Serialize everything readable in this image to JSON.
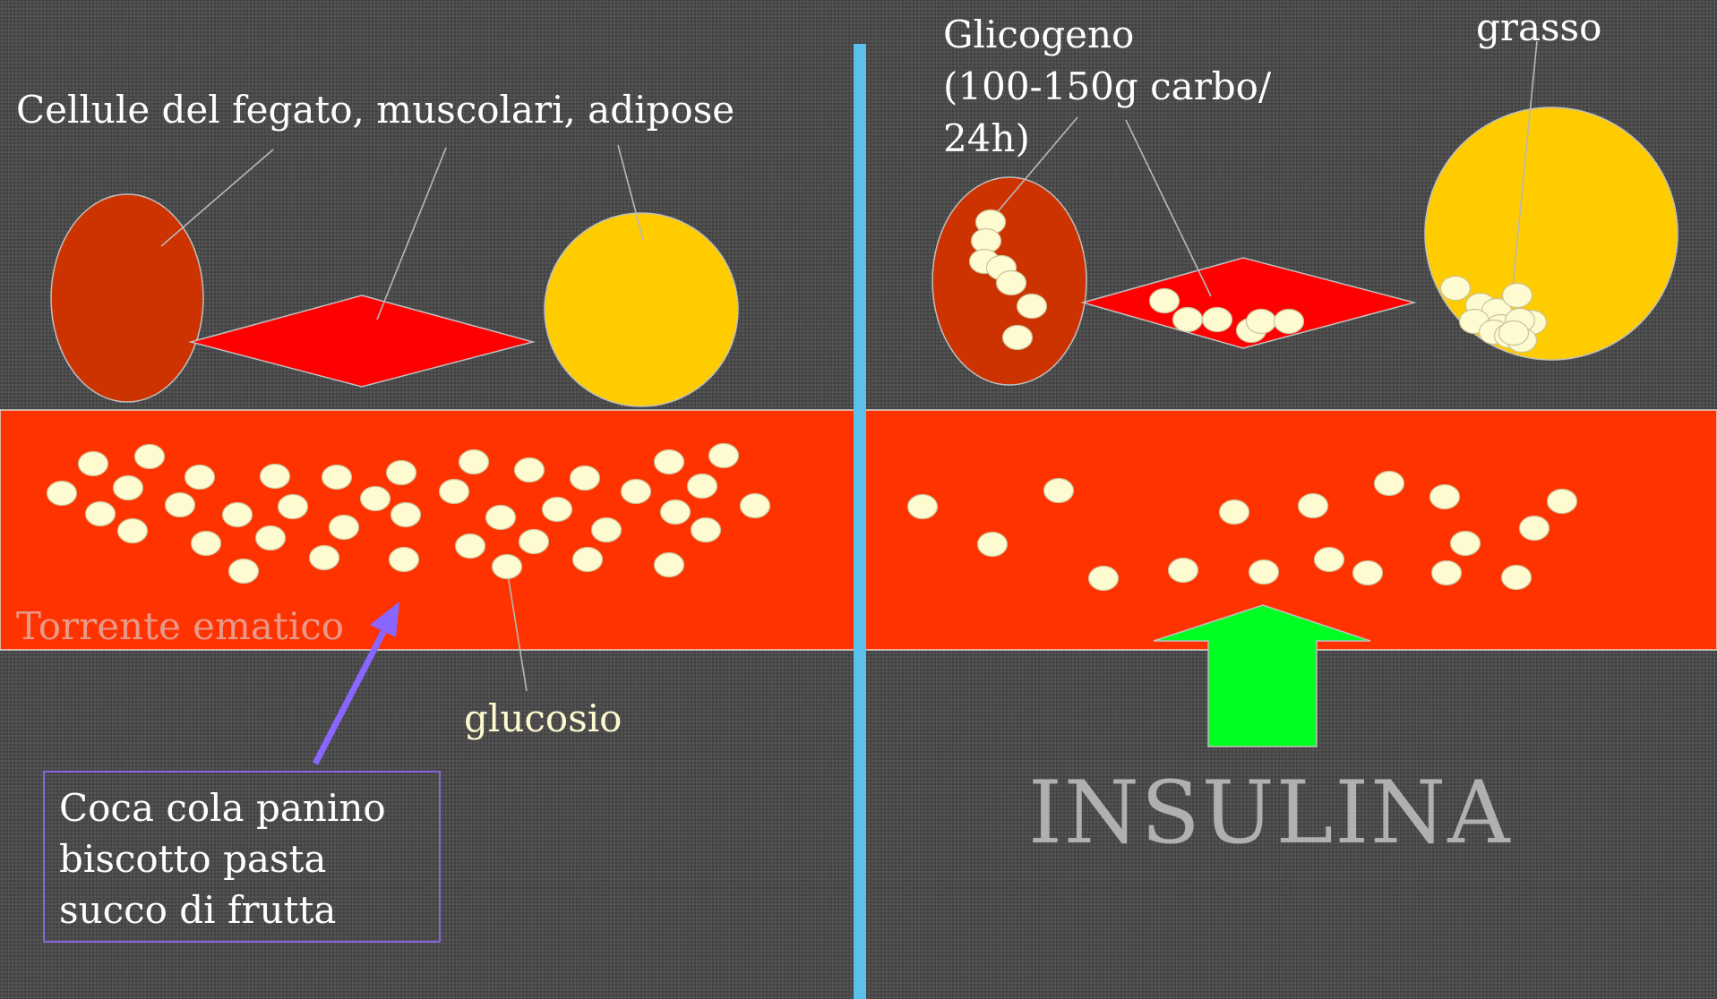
{
  "labels": {
    "cells": "Cellule del fegato, muscolari, adipose",
    "glycogen": "Glicogeno\n(100-150g carbo/\n24h)",
    "fat": "grasso",
    "bloodstream": "Torrente ematico",
    "glucose": "glucosio",
    "food": "Coca cola panino\nbiscotto pasta\nsucco di frutta",
    "insulin": "INSULINA"
  },
  "colors": {
    "background": "#4a4a4a",
    "bloodstream": "#ff3300",
    "liver_cell": "#cc3300",
    "muscle_cell": "#ff0000",
    "fat_cell": "#ffcc00",
    "glucose": "#fffbd0",
    "divider": "#5bc0eb",
    "insulin_arrow": "#00ff22",
    "food_arrow": "#8866ff",
    "leader_line": "#b8b8b8"
  },
  "icons": [
    "glucose-molecule",
    "up-arrow",
    "insulin-arrow"
  ]
}
